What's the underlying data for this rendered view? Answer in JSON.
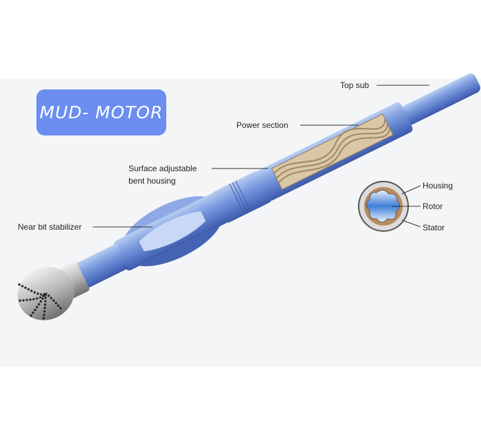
{
  "title": "MUD- MOTOR",
  "labels": {
    "top_sub": "Top sub",
    "power_section": "Power section",
    "surface_adjustable_line1": "Surface adjustable",
    "surface_adjustable_line2": "bent housing",
    "near_bit_stabilizer": "Near bit stabilizer"
  },
  "cross_section": {
    "housing": "Housing",
    "rotor": "Rotor",
    "stator": "Stator"
  },
  "colors": {
    "tool_blue": "#6f93d8",
    "title_box": "#6b8ef0",
    "background": "#f4f5f7"
  }
}
